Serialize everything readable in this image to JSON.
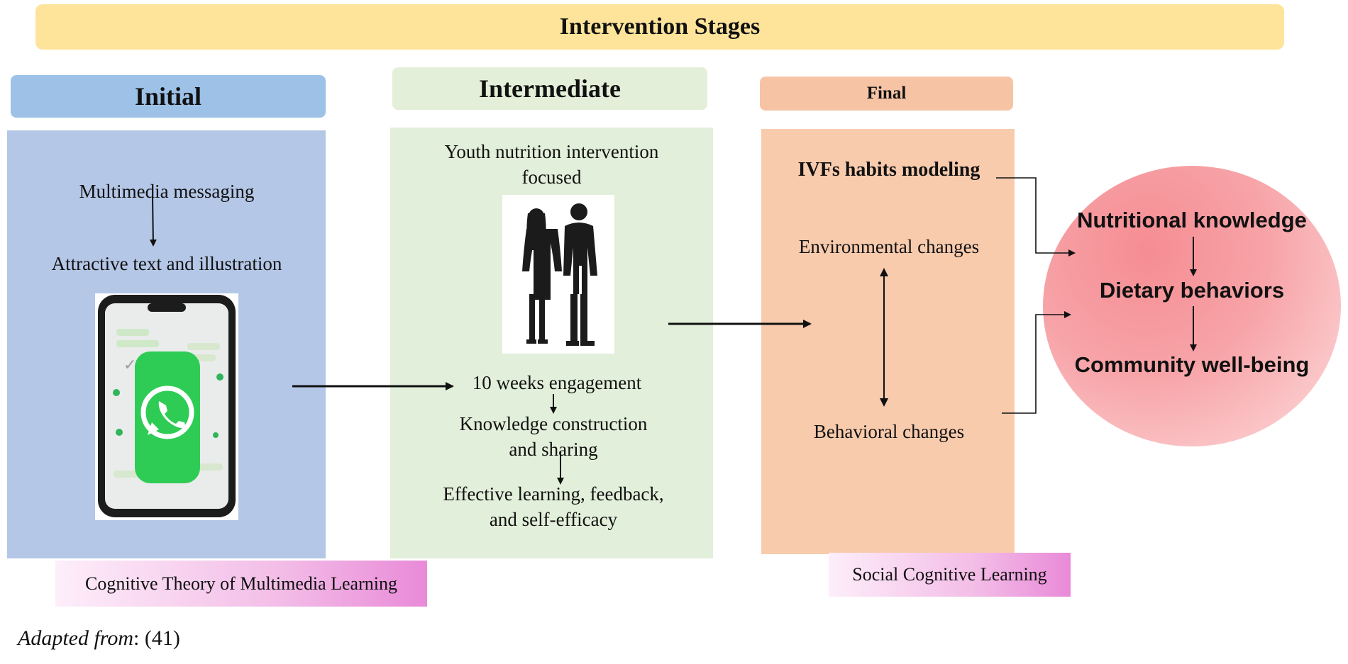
{
  "banner": {
    "title": "Intervention Stages"
  },
  "stages": {
    "initial": {
      "header": "Initial",
      "step1": "Multimedia messaging",
      "step2": "Attractive text and illustration",
      "theory": "Cognitive Theory of Multimedia Learning"
    },
    "intermediate": {
      "header": "Intermediate",
      "focus_line1": "Youth nutrition intervention",
      "focus_line2": "focused",
      "step1": "10 weeks engagement",
      "step2_line1": "Knowledge construction",
      "step2_line2": "and sharing",
      "step3_line1": "Effective learning, feedback,",
      "step3_line2": "and self-efficacy"
    },
    "final": {
      "header": "Final",
      "modeling": "IVFs habits modeling",
      "env": "Environmental changes",
      "beh": "Behavioral changes",
      "theory": "Social Cognitive Learning"
    }
  },
  "outcomes": {
    "item1": "Nutritional knowledge",
    "item2": "Dietary behaviors",
    "item3": "Community well-being",
    "colors": {
      "center": "#f58d93",
      "edge": "#fcd6d7"
    }
  },
  "footer": {
    "label_italic": "Adapted from",
    "label_rest": ": (41)"
  },
  "icons": {
    "phone": "whatsapp-phone-icon",
    "people": "two-people-silhouette-icon"
  },
  "colors": {
    "banner": "#fde49a",
    "initial": "#b4c7e7",
    "intermediate": "#e2efda",
    "final": "#f8cbad",
    "theory": "#f3bde7"
  }
}
